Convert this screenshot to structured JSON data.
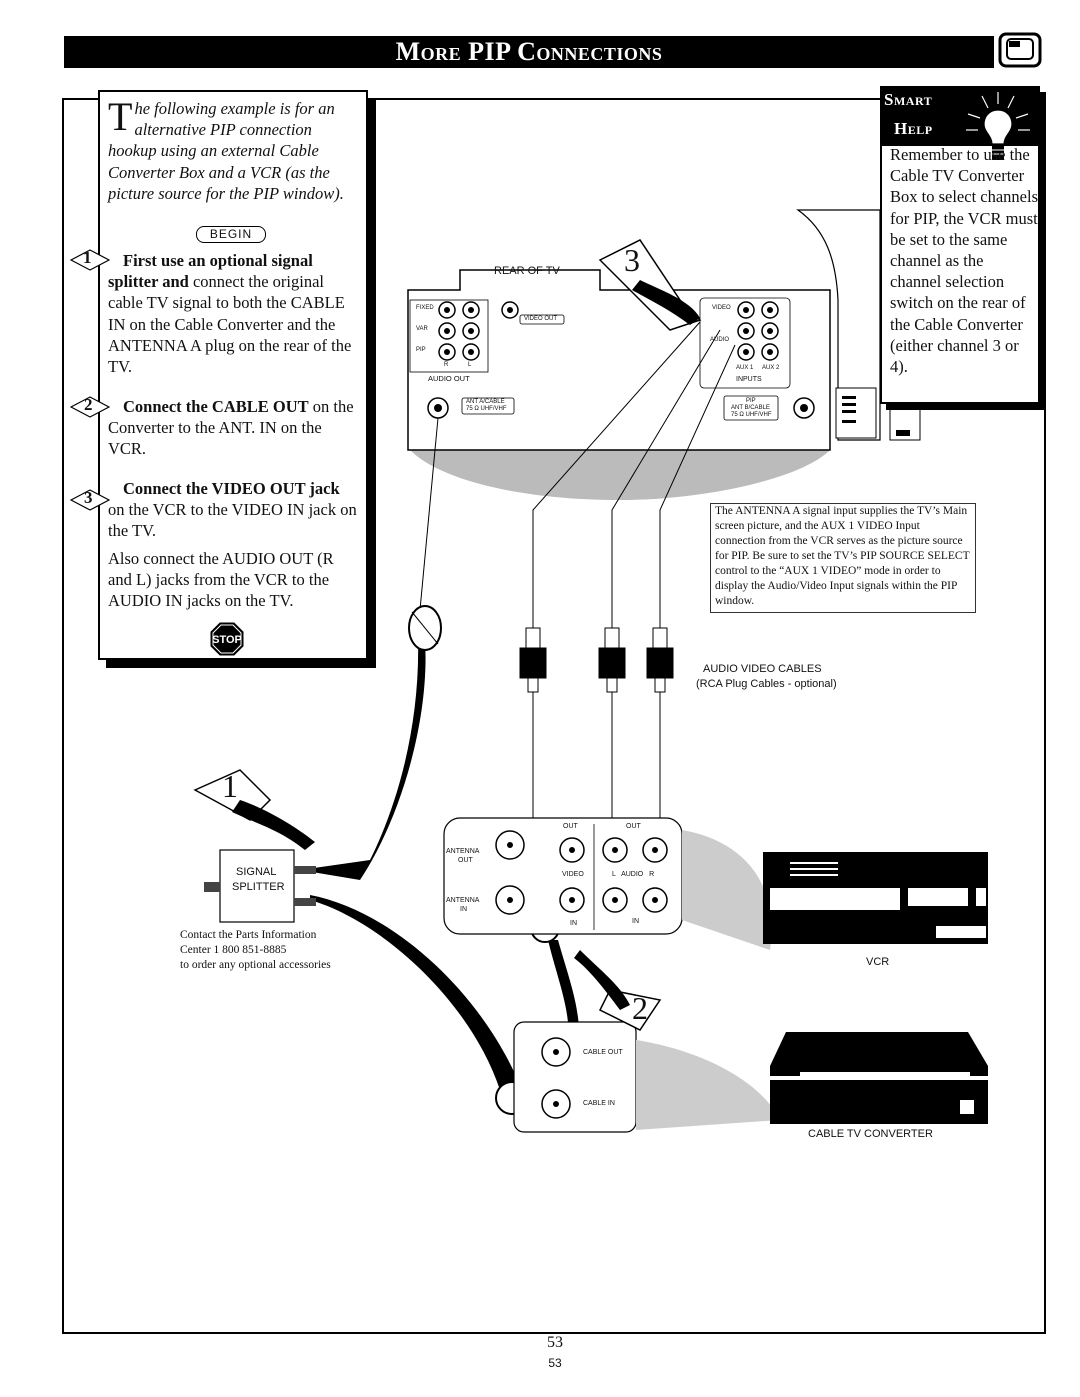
{
  "title": "More PIP Connections",
  "intro": {
    "drop_cap": "T",
    "text": "he following example is for an alternative PIP connection hookup using an external Cable Converter Box and a VCR (as the picture source for the PIP window)."
  },
  "begin_label": "BEGIN",
  "stop_label": "STOP",
  "steps": [
    {
      "number": "1",
      "bold": "First use an optional signal splitter and",
      "text": " connect the original cable TV signal to both the CABLE IN on the Cable Converter and the ANTENNA A plug on the rear of the TV."
    },
    {
      "number": "2",
      "bold": "Connect the CABLE OUT",
      "text": " on the Converter to the ANT. IN on the VCR."
    },
    {
      "number": "3",
      "bold": "Connect the VIDEO OUT jack",
      "text": " on the VCR to the VIDEO IN jack on the TV."
    }
  ],
  "audio_note": "Also connect the AUDIO OUT (R and L) jacks from the VCR to the AUDIO IN jacks on the TV.",
  "smart_help": {
    "title_1": "Smart",
    "title_2": "Help",
    "text": "Remember to use the Cable TV Converter Box to select channels for PIP, the VCR must be set to the same channel as the channel selection switch on the rear of the Cable Converter (either channel 3 or 4)."
  },
  "diagram": {
    "rear_of_tv": "REAR OF TV",
    "fixed": "FIXED",
    "var": "VAR",
    "pip": "PIP",
    "r": "R",
    "l": "L",
    "audio_out": "AUDIO OUT",
    "video_out": "VIDEO OUT",
    "video": "VIDEO",
    "audio": "AUDIO",
    "aux1": "AUX 1",
    "aux2": "AUX 2",
    "inputs": "INPUTS",
    "ant_a_cable": "ANT A/CABLE",
    "ohm_uhf_vhf": "75 Ω UHF/VHF",
    "pip_ant": "PIP",
    "ant_b_cable": "ANT B/CABLE",
    "audio_video_cables": "AUDIO VIDEO CABLES",
    "rca_optional": "(RCA Plug Cables - optional)",
    "signal": "SIGNAL",
    "splitter": "SPLITTER",
    "antenna_out_1": "ANTENNA",
    "antenna_out_2": "OUT",
    "antenna_in_1": "ANTENNA",
    "antenna_in_2": "IN",
    "out": "OUT",
    "in": "IN",
    "vcr_video": "VIDEO",
    "l_audio_r": "L   AUDIO   R",
    "cable_out": "CABLE OUT",
    "cable_in": "CABLE IN",
    "vcr": "VCR",
    "cable_tv_converter": "CABLE TV CONVERTER",
    "hand_1": "1",
    "hand_2": "2",
    "hand_3": "3"
  },
  "antenna_note": "The ANTENNA A signal input supplies the TV’s Main screen picture, and the AUX 1 VIDEO Input connection from the VCR serves as the picture source for PIP. Be sure to set the TV’s PIP SOURCE SELECT control to the “AUX 1 VIDEO” mode in order to display the Audio/Video Input signals within the PIP window.",
  "parts_note": {
    "line1": "Contact the Parts Information",
    "line2": "Center 1 800 851-8885",
    "line3": "to order any optional accessories"
  },
  "page_number": "53",
  "page_number_small": "53"
}
